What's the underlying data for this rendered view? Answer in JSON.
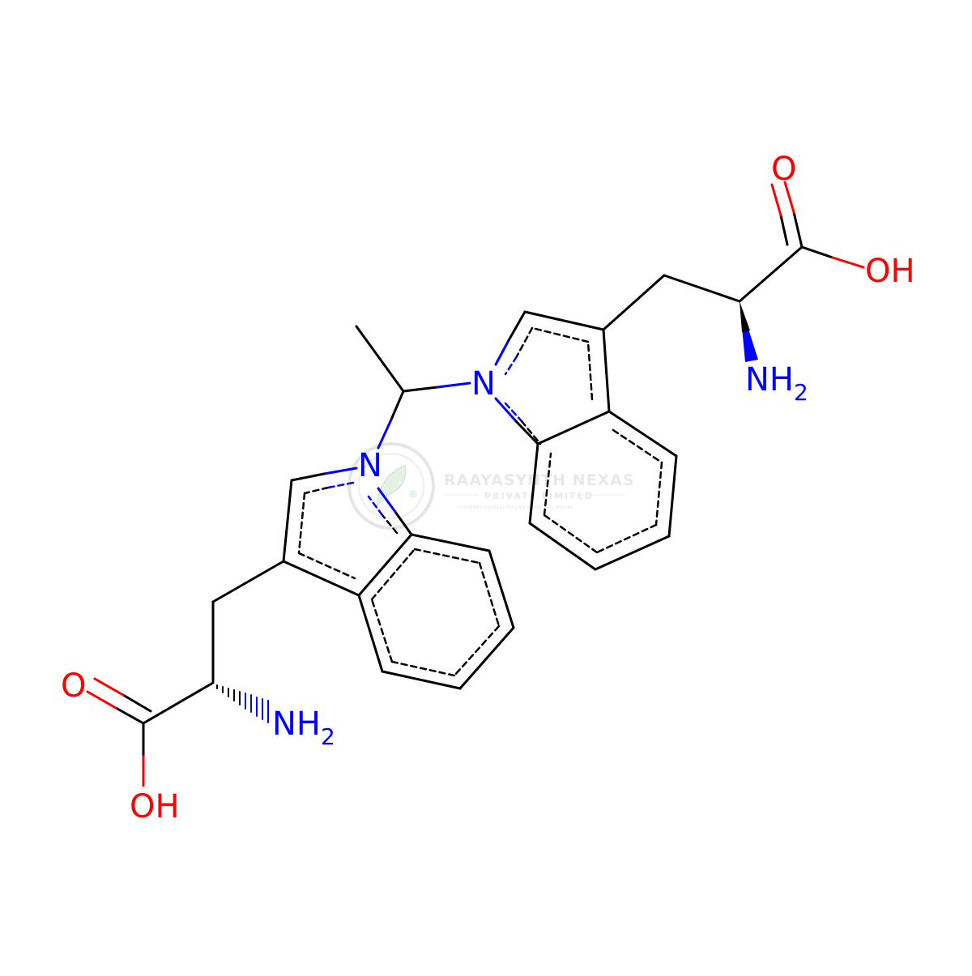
{
  "colors": {
    "background": "#ffffff",
    "bond": "#000000",
    "nitrogen": "#0000ff",
    "oxygen": "#ff0000",
    "watermark": "#d9d9d9"
  },
  "atoms": {
    "n_upper": "N",
    "n_lower": "N",
    "o_upper_carbonyl": "O",
    "oh_upper": "OH",
    "nh2_upper_main": "NH",
    "nh2_upper_sub": "2",
    "o_lower_carbonyl": "O",
    "oh_lower": "OH",
    "nh2_lower_main": "NH",
    "nh2_lower_sub": "2"
  },
  "watermark": {
    "title": "RAAYASYNTH NEXAS",
    "subtitle": "PRIVATE LIMITED",
    "tagline": "Complete solutions for your molecule's journey"
  }
}
